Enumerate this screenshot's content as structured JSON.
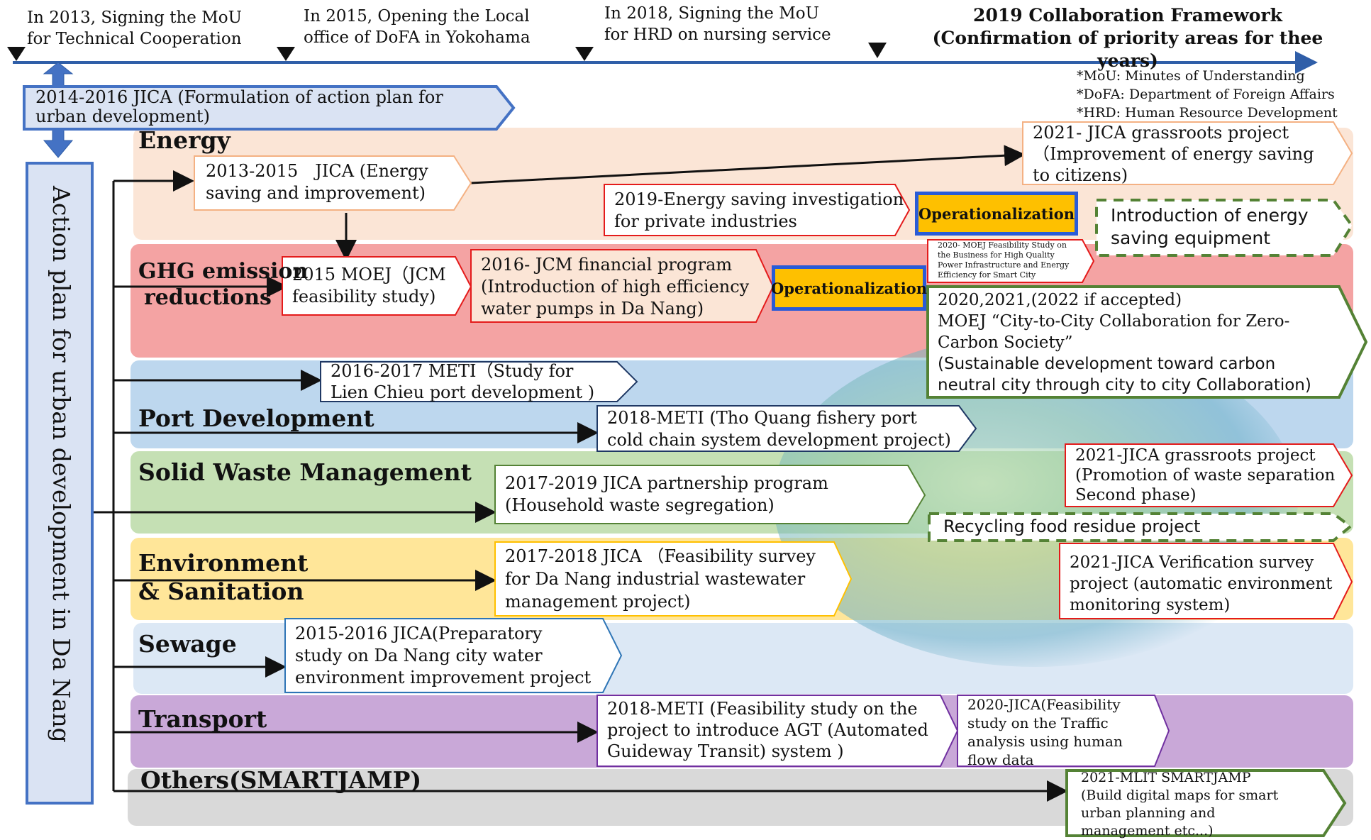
{
  "milestones": [
    {
      "line1": "In 2013, Signing the MoU",
      "line2": "for Technical Cooperation"
    },
    {
      "line1": "In 2015, Opening the Local",
      "line2": "office of DoFA in Yokohama"
    },
    {
      "line1": "In 2018, Signing the MoU",
      "line2": "for HRD on nursing service"
    }
  ],
  "framework": {
    "line1": "2019 Collaboration Framework",
    "line2": "(Confirmation of priority areas for thee years)"
  },
  "notes": [
    "*MoU: Minutes of Understanding",
    "*DoFA: Department of Foreign Affairs",
    "*HRD: Human Resource Development"
  ],
  "jica_top": {
    "line1": "2014-2016 JICA (Formulation of action plan for",
    "line2": "urban development)"
  },
  "action_plan": "Action plan for urban development in Da Nang",
  "categories": {
    "energy": "Energy",
    "ghg_1": "GHG emission",
    "ghg_2": "reductions",
    "port": "Port Development",
    "waste": "Solid Waste Management",
    "env_1": "Environment",
    "env_2": "& Sanitation",
    "sewage": "Sewage",
    "transport": "Transport",
    "others": "Others(SMARTJAMP)"
  },
  "boxes": {
    "energy_2013": [
      "2013-2015　JICA (Energy",
      "saving and improvement)"
    ],
    "energy_2019": [
      "2019-Energy saving investigation",
      "for private industries"
    ],
    "energy_2021": [
      "2021- JICA grassroots project",
      "（Improvement of energy saving",
      "to citizens)"
    ],
    "energy_equipment": [
      "Introduction of energy",
      "saving equipment"
    ],
    "ghg_2015": [
      "2015 MOEJ（JCM",
      "feasibility study)"
    ],
    "ghg_2016": [
      "2016- JCM financial program",
      "(Introduction of high efficiency",
      "water pumps in Da Nang)"
    ],
    "ghg_2020_small": [
      "2020- MOEJ Feasibility Study on",
      "the Business for High Quality",
      "Power Infrastructure and Energy",
      "Efficiency for Smart City"
    ],
    "ghg_2020": [
      "2020,2021,(2022 if accepted)",
      "MOEJ “City-to-City Collaboration for Zero-",
      "Carbon Society”",
      "(Sustainable development toward carbon",
      "neutral city through city to city Collaboration)"
    ],
    "port_2016": [
      "2016-2017 METI（Study for",
      "Lien Chieu port development )"
    ],
    "port_2018": [
      "2018-METI (Tho Quang fishery port",
      "cold chain system development project)"
    ],
    "waste_2017": [
      "2017-2019 JICA partnership program",
      "(Household waste segregation)"
    ],
    "waste_2021": [
      "2021-JICA grassroots project",
      "(Promotion of waste separation",
      "Second phase)"
    ],
    "waste_recycling": "Recycling food residue project",
    "env_2017": [
      "2017-2018 JICA （Feasibility survey",
      "for Da Nang industrial wastewater",
      "management project)"
    ],
    "env_2021": [
      "2021-JICA Verification survey",
      "project (automatic environment",
      "monitoring system)"
    ],
    "sewage_2015": [
      "2015-2016 JICA(Preparatory",
      "study on Da Nang city water",
      "environment improvement project"
    ],
    "transport_2018": [
      "2018-METI (Feasibility study on the",
      "project to introduce AGT (Automated",
      "Guideway Transit) system )"
    ],
    "transport_2020": [
      "2020-JICA(Feasibility",
      "study on the Traffic",
      "analysis using human",
      "flow data"
    ],
    "others_2021": [
      "2021-MLIT SMARTJAMP",
      "(Build digital maps for smart",
      "urban planning and",
      "management etc...)"
    ]
  },
  "operationalization": "Operationalization",
  "colors": {
    "timeline": "#2f5ea8",
    "energy_band": "#fbe5d6",
    "ghg_band": "#f4a8a8",
    "port_band": "#bdd7ee",
    "waste_band": "#c5e0b4",
    "env_band": "#ffe699",
    "sewage_band": "#dbe8f5",
    "transport_band": "#c9a8d8",
    "others_band": "#d9d9d9",
    "op_fill": "#fec000",
    "op_border": "#2a5bd7"
  }
}
